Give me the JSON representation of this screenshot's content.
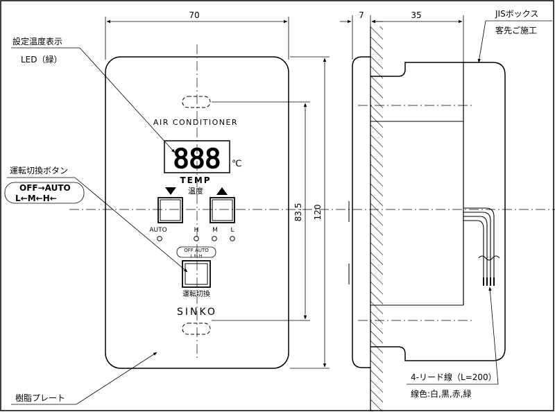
{
  "dimensions": {
    "front_width": "70",
    "wall_thickness": "7",
    "box_depth": "35",
    "height_total": "120",
    "height_inner": "83.5"
  },
  "callouts": {
    "led_title": "設定温度表示",
    "led_sub": "LED（緑）",
    "mode_button": "運転切換ボタン",
    "mode_cycle_1": "OFF→AUTO",
    "mode_cycle_2": "L←M←H←",
    "jis_box_1": "JISボックス",
    "jis_box_2": "客先ご施工",
    "resin_plate": "樹脂プレート",
    "lead_wire_1": "4-リード線（L=200）",
    "lead_wire_2": "線色:白,黒,赤,緑"
  },
  "panel": {
    "title": "AIR CONDITIONER",
    "display_digits": "888",
    "unit": "℃",
    "temp_label": "TEMP",
    "temp_label_jp": "温度",
    "indicators": [
      "AUTO",
      "H",
      "M",
      "L"
    ],
    "mode_tag_top": "OFF AUTO",
    "mode_tag_bottom": "L M H",
    "mode_button_label": "運転切換",
    "brand": "SINKO"
  },
  "colors": {
    "line": "#000000",
    "background": "#ffffff"
  }
}
